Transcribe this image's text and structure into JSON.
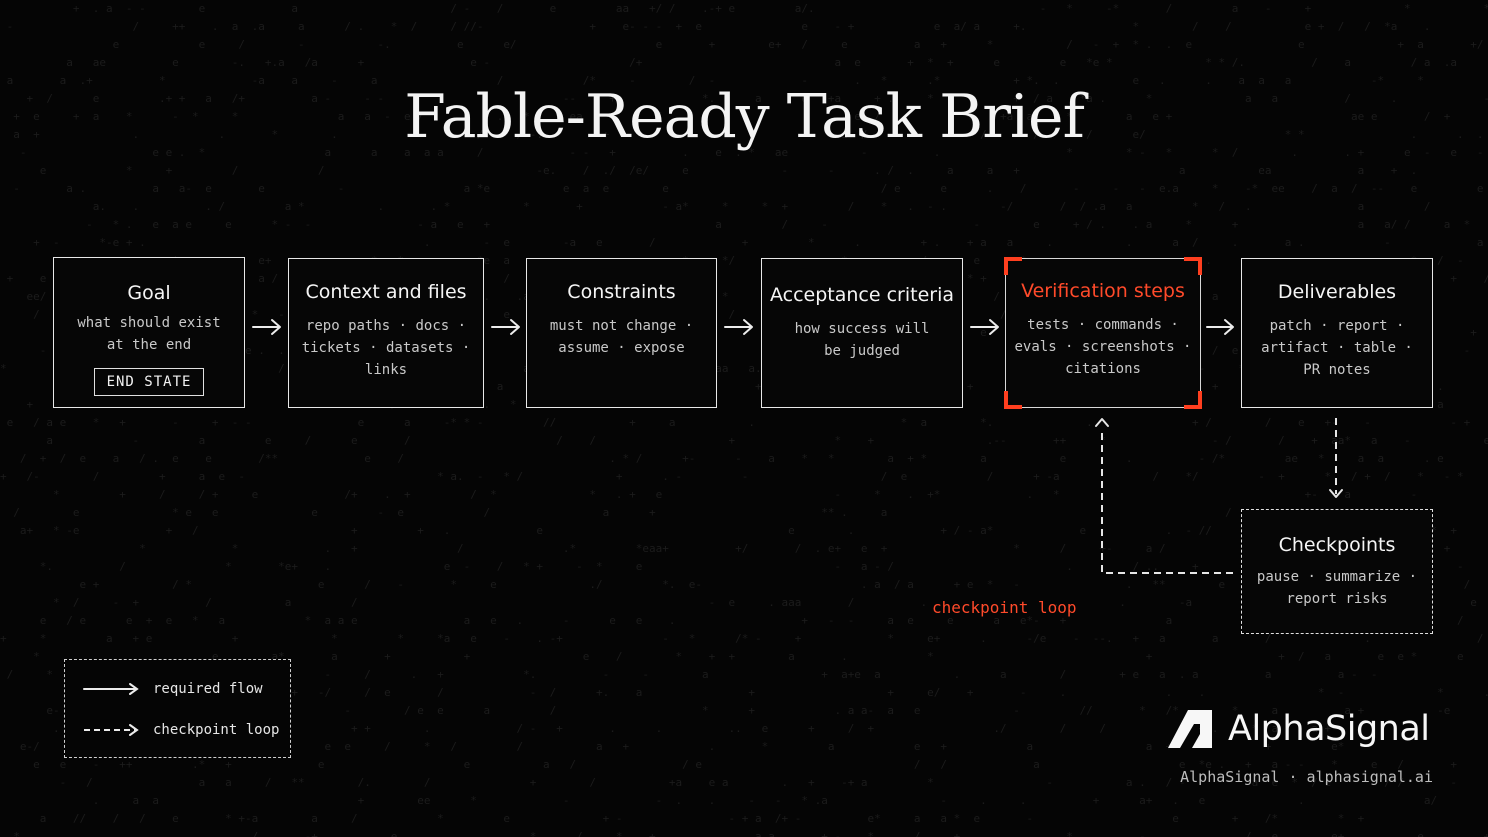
{
  "title": "Fable-Ready Task Brief",
  "accent_color": "#ff4a2a",
  "steps": [
    {
      "heading": "Goal",
      "desc": "what should exist\nat the end",
      "badge": "END STATE"
    },
    {
      "heading": "Context and files",
      "desc": "repo paths · docs ·\ntickets · datasets ·\nlinks"
    },
    {
      "heading": "Constraints",
      "desc": "must not change ·\nassume · expose"
    },
    {
      "heading": "Acceptance criteria",
      "desc": "how success will\nbe judged"
    },
    {
      "heading": "Verification steps",
      "desc": "tests · commands ·\nevals · screenshots ·\ncitations",
      "highlighted": true
    },
    {
      "heading": "Deliverables",
      "desc": "patch · report ·\nartifact · table ·\nPR notes"
    }
  ],
  "checkpoint": {
    "heading": "Checkpoints",
    "desc": "pause · summarize ·\nreport risks",
    "loop_label": "checkpoint loop"
  },
  "legend": {
    "required_label": "required flow",
    "checkpoint_label": "checkpoint loop"
  },
  "brand": {
    "name": "AlphaSignal",
    "subline": "AlphaSignal · alphasignal.ai"
  }
}
